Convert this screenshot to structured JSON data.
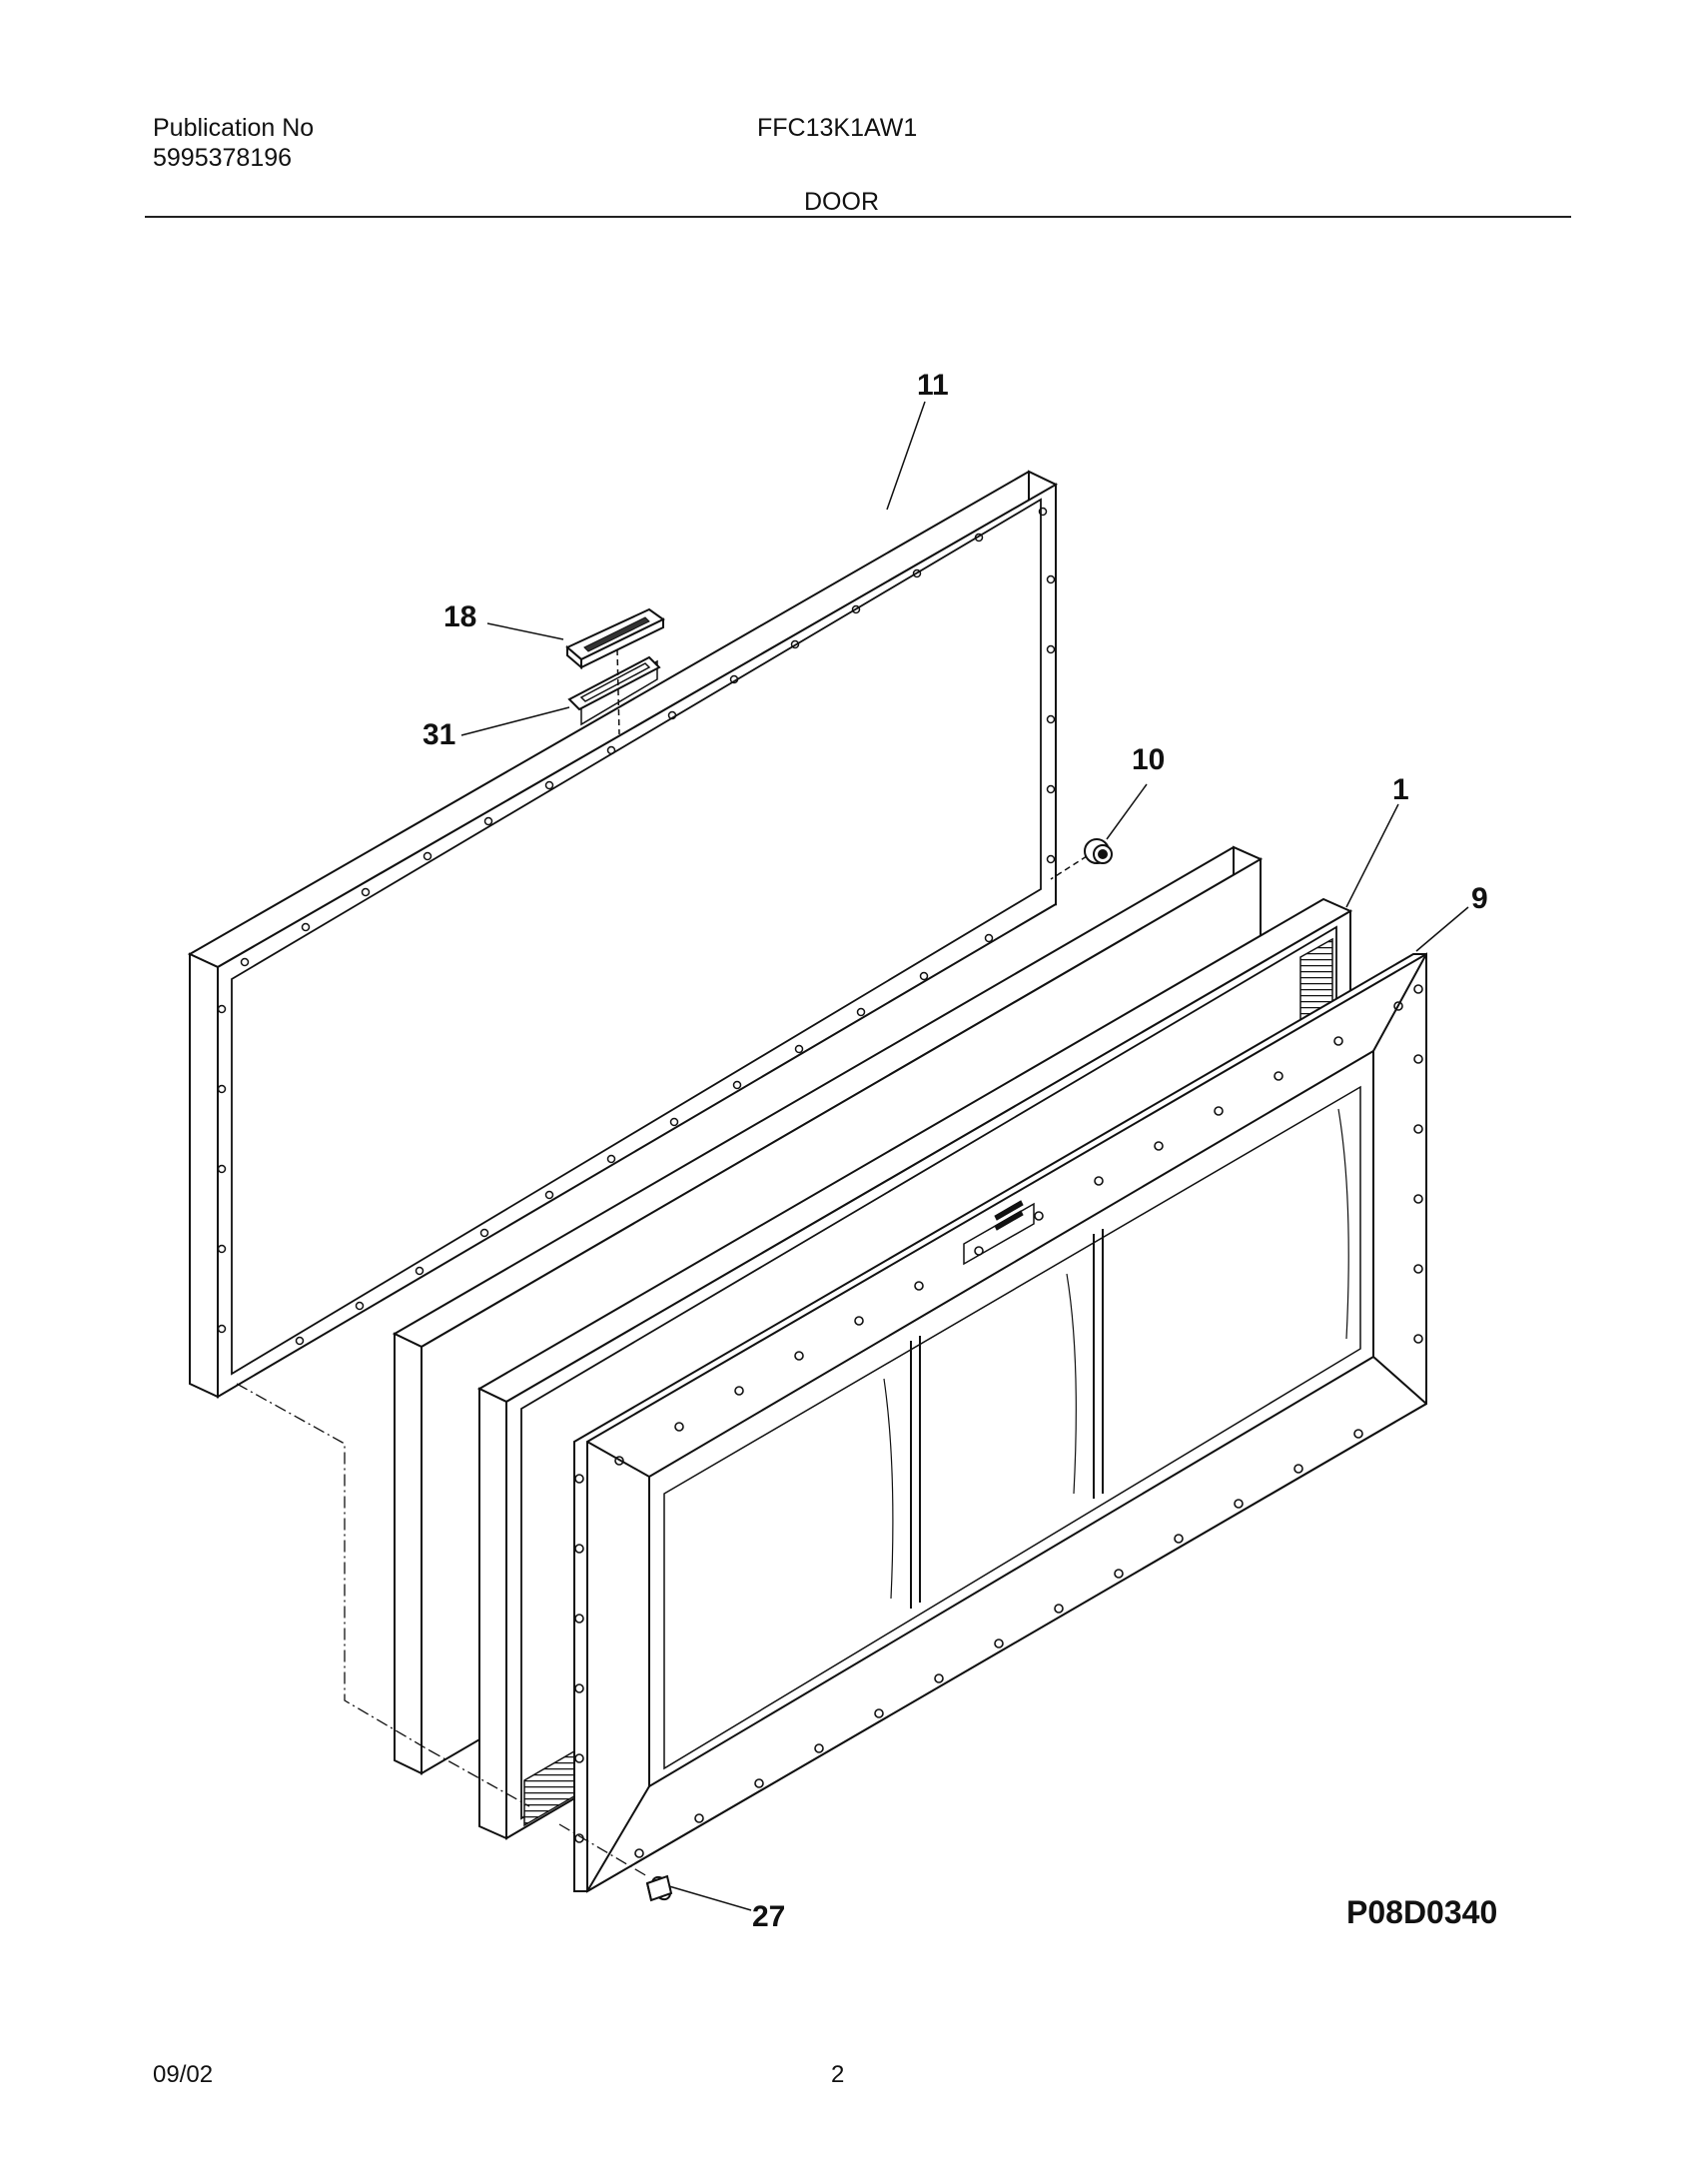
{
  "header": {
    "publication_label": "Publication No",
    "publication_number": "5995378196",
    "model": "FFC13K1AW1",
    "section": "DOOR"
  },
  "diagram": {
    "callouts": {
      "c11": "11",
      "c18": "18",
      "c31": "31",
      "c10": "10",
      "c1": "1",
      "c9": "9",
      "c27": "27"
    },
    "drawing_code": "P08D0340"
  },
  "footer": {
    "date": "09/02",
    "page": "2"
  }
}
